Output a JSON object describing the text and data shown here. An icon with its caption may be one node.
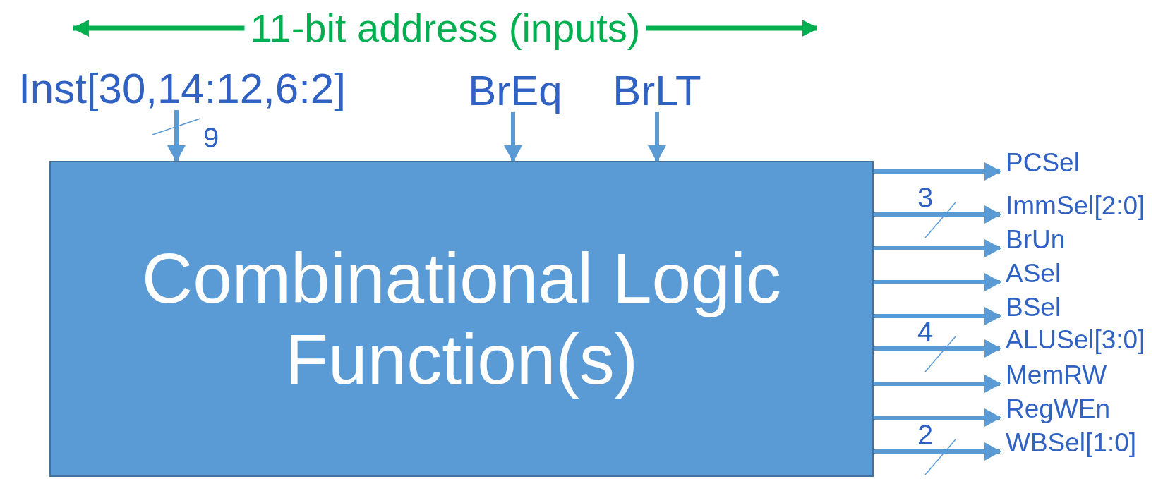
{
  "diagram": {
    "nodes": [
      {
        "text": [
          "Combinational Logic Function(s)"
        ]
      },
      {
        "text": [
          "Inst[30,14:12,6:2]"
        ]
      },
      {
        "text": [
          "BrEq"
        ]
      },
      {
        "text": [
          "BrLT"
        ]
      },
      {
        "text": [
          "PCSel"
        ]
      },
      {
        "text": [
          "ImmSel[2:0]"
        ]
      },
      {
        "text": [
          "BrUn"
        ]
      },
      {
        "text": [
          "ASel"
        ]
      },
      {
        "text": [
          "BSel"
        ]
      },
      {
        "text": [
          "ALUSel[3:0]"
        ]
      },
      {
        "text": [
          "MemRW"
        ]
      },
      {
        "text": [
          "RegWEn"
        ]
      },
      {
        "text": [
          "WBSel[1:0]"
        ]
      }
    ],
    "edges": [
      {
        "from": 1,
        "to": 0,
        "arrow": "to",
        "label": "9"
      },
      {
        "from": 2,
        "to": 0,
        "arrow": "to"
      },
      {
        "from": 3,
        "to": 0,
        "arrow": "to"
      },
      {
        "from": 0,
        "to": 4,
        "arrow": "to"
      },
      {
        "from": 0,
        "to": 5,
        "arrow": "to",
        "label": "3"
      },
      {
        "from": 0,
        "to": 6,
        "arrow": "to"
      },
      {
        "from": 0,
        "to": 7,
        "arrow": "to"
      },
      {
        "from": 0,
        "to": 8,
        "arrow": "to"
      },
      {
        "from": 0,
        "to": 9,
        "arrow": "to",
        "label": "4"
      },
      {
        "from": 0,
        "to": 10,
        "arrow": "to"
      },
      {
        "from": 0,
        "to": 11,
        "arrow": "to"
      },
      {
        "from": 0,
        "to": 12,
        "arrow": "to",
        "label": "2"
      }
    ],
    "labels": [
      "11-bit address (inputs)"
    ]
  }
}
